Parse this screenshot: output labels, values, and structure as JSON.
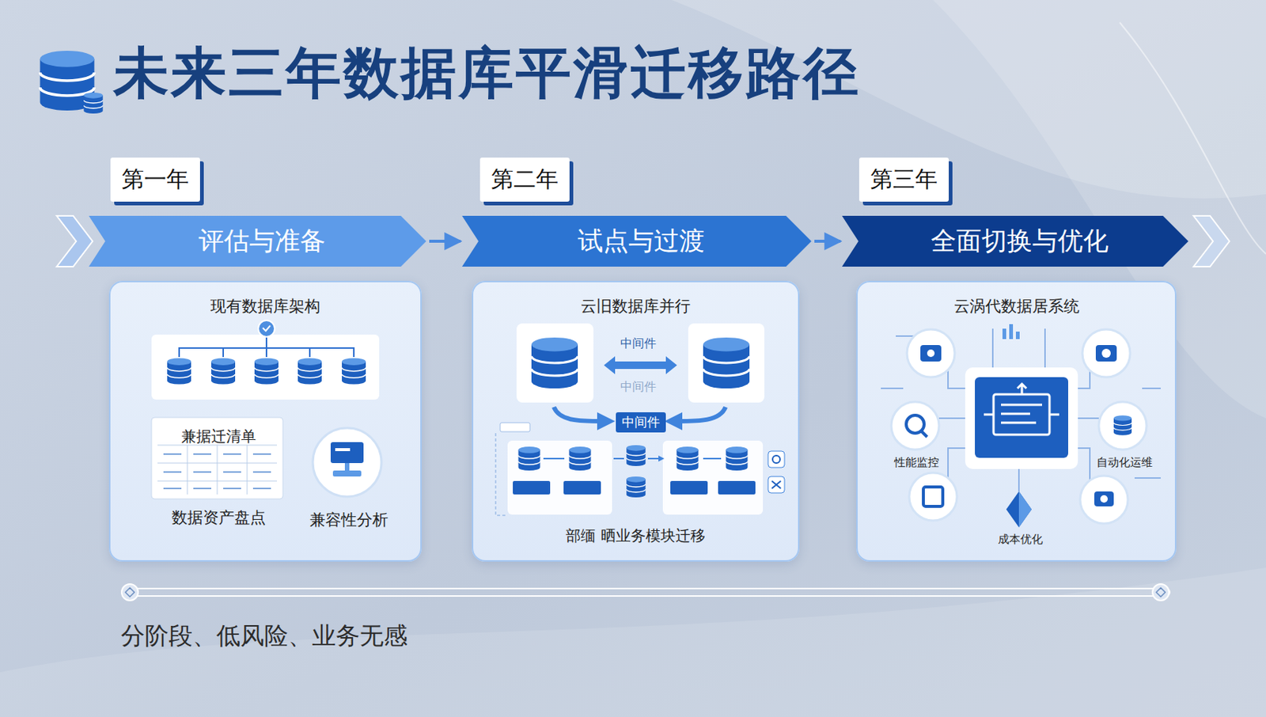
{
  "diagram": {
    "title": "未来三年数据库平滑迁移路径",
    "caption": "分阶段、低风险、业务无感",
    "nodes": [
      {
        "text": [
          "第一年"
        ]
      },
      {
        "text": [
          "第二年"
        ]
      },
      {
        "text": [
          "第三年"
        ]
      },
      {
        "text": [
          "评估与准备"
        ]
      },
      {
        "text": [
          "试点与过渡"
        ]
      },
      {
        "text": [
          "全面切换与优化"
        ]
      },
      {
        "text": [
          "现有数据库架构"
        ]
      },
      {
        "text": [
          "兼据迁清单",
          "数据资产盘点"
        ],
        "in": 6
      },
      {
        "text": [
          "兼容性分析"
        ],
        "in": 6
      },
      {
        "text": [
          "云旧数据库并行",
          "部缅 晒业务模块迁移"
        ]
      },
      {
        "text": [
          "中间件"
        ],
        "in": 9
      },
      {
        "text": [
          "云涡代数据居系统"
        ]
      },
      {
        "text": [
          "性能监控"
        ],
        "in": 11
      },
      {
        "text": [
          "自动化运维"
        ],
        "in": 11
      },
      {
        "text": [
          "成本优化"
        ],
        "in": 11
      }
    ],
    "edges": [
      {
        "from": 3,
        "to": 4,
        "arrow": "to"
      },
      {
        "from": 4,
        "to": 5,
        "arrow": "to"
      }
    ],
    "labels": [
      "中间件",
      "中间件"
    ]
  }
}
